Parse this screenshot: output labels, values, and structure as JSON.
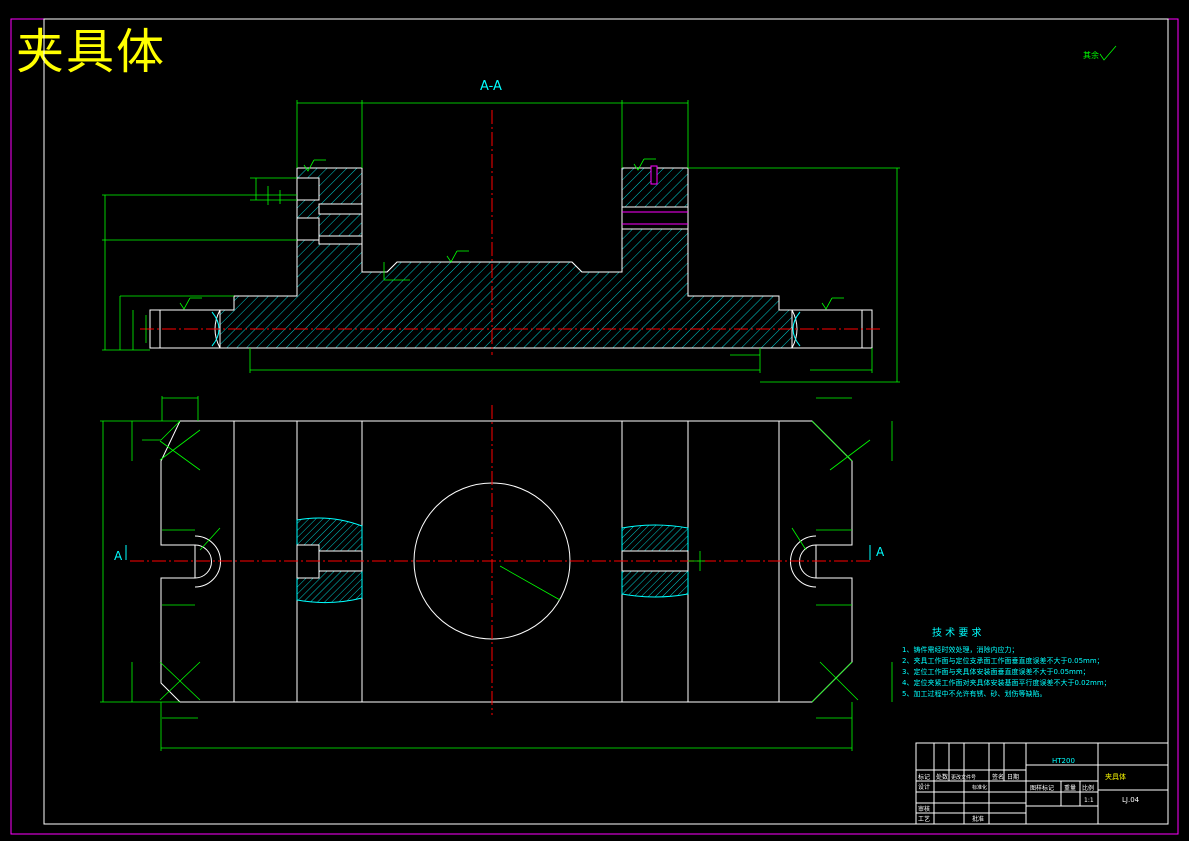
{
  "title": "夹具体",
  "section_label": "A-A",
  "section_marker": "A",
  "roughness_note": "其余",
  "tech_requirements": {
    "heading": "技 术 要 求",
    "items": [
      "1、铸件需经时效处理，消除内应力；",
      "2、夹具工作面与定位支承面工作面垂直度误差不大于0.05mm；",
      "3、定位工作面与夹具体安装面垂直度误差不大于0.05mm；",
      "4、定位夹紧工作面对夹具体安装基面平行度误差不大于0.02mm；",
      "5、加工过程中不允许有锈、砂、划伤等缺陷。"
    ]
  },
  "title_block": {
    "material": "HT200",
    "part_name": "夹具体",
    "drawing_no": "LJ.04",
    "scale": "1:1",
    "marks_label": "图样标记",
    "weight_label": "重量",
    "scale_label": "比例",
    "row_labels": [
      "标记",
      "处数",
      "更改文件号",
      "签名",
      "日期"
    ],
    "designer_label": "设计",
    "standard_label": "标准化",
    "review_label": "审核",
    "process_label": "工艺",
    "approve_label": "批准"
  },
  "colors": {
    "frame": "#ff00ff",
    "outline": "#ffffff",
    "dimension": "#00ff00",
    "hatch": "#00ffff",
    "centerline": "#ff0000",
    "title": "#ffff00",
    "tech_text": "#00ffff"
  }
}
